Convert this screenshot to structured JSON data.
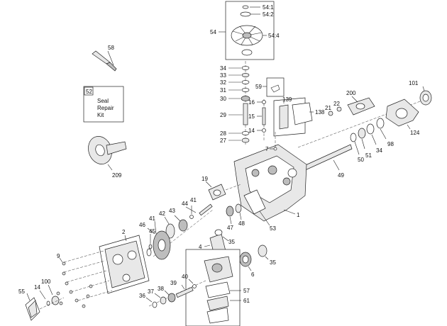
{
  "callouts": {
    "c541": "54:1",
    "c542": "54:2",
    "c54": "54",
    "c544": "54:4",
    "c58": "58",
    "c34a": "34",
    "c33": "33",
    "c32": "32",
    "c31": "31",
    "c30": "30",
    "c29": "29",
    "c28": "28",
    "c27": "27",
    "c59": "59",
    "c16": "16",
    "c15": "15",
    "c14": "14",
    "c139": "139",
    "c138": "138",
    "c7": "7",
    "c21": "21",
    "c22": "22",
    "c200": "200",
    "c101": "101",
    "c124": "124",
    "c98": "98",
    "c34b": "34",
    "c51": "51",
    "c50": "50",
    "c49": "49",
    "c209": "209",
    "c19": "19",
    "c44": "44",
    "c41a": "41",
    "c43": "43",
    "c42": "42",
    "c41b": "41",
    "c46": "46",
    "c45": "45",
    "c2": "2",
    "c47": "47",
    "c48": "48",
    "c53": "53",
    "c1": "1",
    "c4": "4",
    "c35a": "35",
    "c35b": "35",
    "c6": "6",
    "c9": "9",
    "c100": "100",
    "c14b": "14",
    "c55": "55",
    "c36": "36",
    "c37": "37",
    "c38": "38",
    "c39": "39",
    "c40": "40",
    "c57": "57",
    "c61": "61"
  },
  "kit": {
    "number": "52",
    "line1": "Seal",
    "line2": "Repair",
    "line3": "Kit"
  },
  "colors": {
    "line": "#222222",
    "part_fill": "#e8e8e8",
    "background": "#ffffff"
  }
}
